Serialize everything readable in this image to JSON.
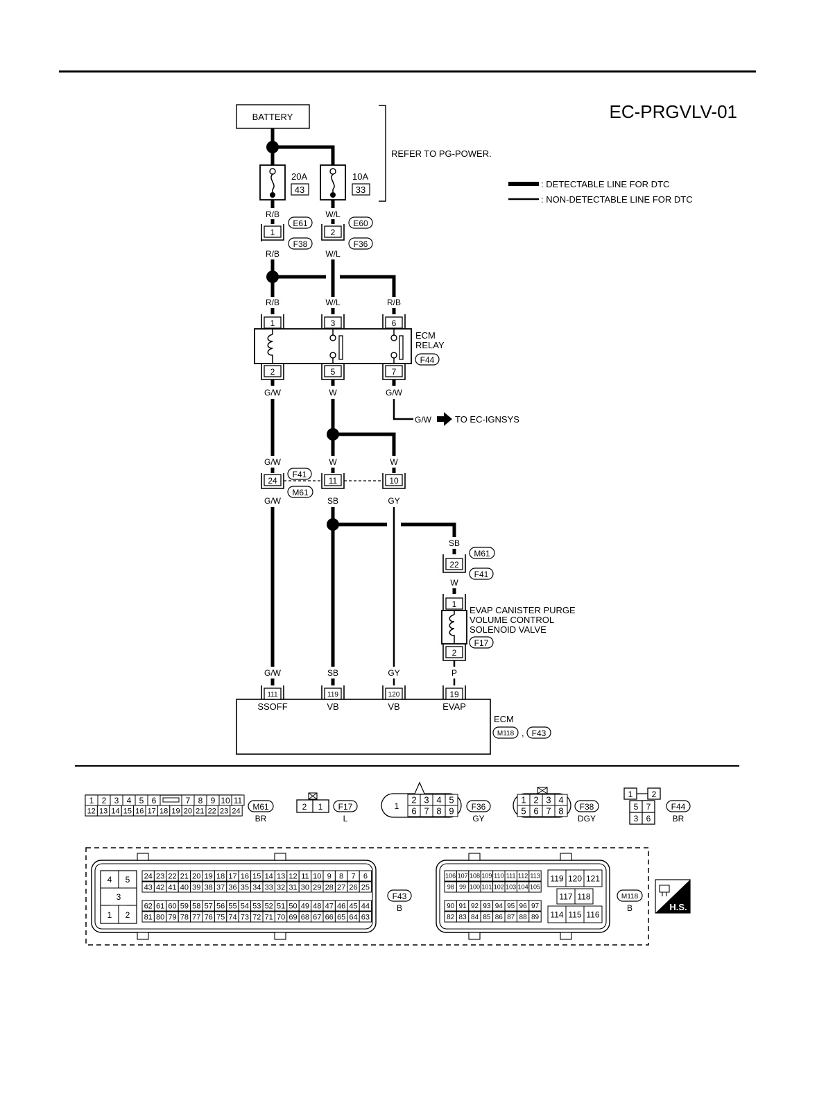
{
  "title": "EC-PRGVLV-01",
  "refer_note": "REFER TO PG-POWER.",
  "legend": {
    "detectable": ": DETECTABLE LINE FOR DTC",
    "non_detectable": ": NON-DETECTABLE LINE FOR DTC"
  },
  "battery": "BATTERY",
  "fuses": [
    {
      "amp": "20A",
      "num": "43"
    },
    {
      "amp": "10A",
      "num": "33"
    }
  ],
  "wires": {
    "rb": "R/B",
    "wl": "W/L",
    "gw": "G/W",
    "w": "W",
    "sb": "SB",
    "gy": "GY",
    "p": "P"
  },
  "conn_ids": {
    "e61": "E61",
    "f38": "F38",
    "e60": "E60",
    "f36": "F36",
    "f44": "F44",
    "f41": "F41",
    "m61": "M61",
    "f17": "F17",
    "m118": "M118",
    "f43": "F43"
  },
  "pins": {
    "p1": "1",
    "p2": "2",
    "p3": "3",
    "p5": "5",
    "p6": "6",
    "p7": "7",
    "p24": "24",
    "p11": "11",
    "p10": "10",
    "p22": "22",
    "p111": "111",
    "p119": "119",
    "p120": "120",
    "p19": "19"
  },
  "ecm_relay": [
    "ECM",
    "RELAY"
  ],
  "to_ignsys": "TO EC-IGNSYS",
  "purge_valve": [
    "EVAP CANISTER PURGE",
    "VOLUME CONTROL",
    "SOLENOID VALVE"
  ],
  "ecm_terminals": [
    "SSOFF",
    "VB",
    "VB",
    "EVAP"
  ],
  "ecm_name": "ECM",
  "comma": ",",
  "connector_views": {
    "m61": {
      "top": [
        "1",
        "2",
        "3",
        "4",
        "5",
        "6",
        "7",
        "8",
        "9",
        "10",
        "11"
      ],
      "bottom": [
        "12",
        "13",
        "14",
        "15",
        "16",
        "17",
        "18",
        "19",
        "20",
        "21",
        "22",
        "23",
        "24"
      ],
      "color": "BR"
    },
    "f17": {
      "pins": [
        "2",
        "1"
      ],
      "color": "L"
    },
    "f36": {
      "left": "1",
      "top": [
        "2",
        "3",
        "4",
        "5"
      ],
      "bottom": [
        "6",
        "7",
        "8",
        "9"
      ],
      "color": "GY"
    },
    "f38": {
      "top": [
        "1",
        "2",
        "3",
        "4"
      ],
      "bottom": [
        "5",
        "6",
        "7",
        "8"
      ],
      "color": "DGY"
    },
    "f44": {
      "top": [
        "1",
        "2"
      ],
      "mid": [
        "5",
        "7"
      ],
      "bottom": [
        "3",
        "6"
      ],
      "color": "BR"
    },
    "f43": {
      "small": [
        "4",
        "5",
        "3",
        "1",
        "2"
      ],
      "row1": [
        "24",
        "23",
        "22",
        "21",
        "20",
        "19",
        "18",
        "17",
        "16",
        "15",
        "14",
        "13",
        "12",
        "11",
        "10",
        "9",
        "8",
        "7",
        "6"
      ],
      "row2": [
        "43",
        "42",
        "41",
        "40",
        "39",
        "38",
        "37",
        "36",
        "35",
        "34",
        "33",
        "32",
        "31",
        "30",
        "29",
        "28",
        "27",
        "26",
        "25"
      ],
      "row3": [
        "62",
        "61",
        "60",
        "59",
        "58",
        "57",
        "56",
        "55",
        "54",
        "53",
        "52",
        "51",
        "50",
        "49",
        "48",
        "47",
        "46",
        "45",
        "44"
      ],
      "row4": [
        "81",
        "80",
        "79",
        "78",
        "77",
        "76",
        "75",
        "74",
        "73",
        "72",
        "71",
        "70",
        "69",
        "68",
        "67",
        "66",
        "65",
        "64",
        "63"
      ],
      "color": "B"
    },
    "m118": {
      "row1": [
        "106",
        "107",
        "108",
        "109",
        "110",
        "111",
        "112",
        "113"
      ],
      "row2": [
        "98",
        "99",
        "100",
        "101",
        "102",
        "103",
        "104",
        "105"
      ],
      "row3": [
        "90",
        "91",
        "92",
        "93",
        "94",
        "95",
        "96",
        "97"
      ],
      "row4": [
        "82",
        "83",
        "84",
        "85",
        "86",
        "87",
        "88",
        "89"
      ],
      "right_top": [
        "119",
        "120",
        "121"
      ],
      "right_mid": [
        "117",
        "118"
      ],
      "right_bot": [
        "114",
        "115",
        "116"
      ],
      "color": "B"
    }
  },
  "hs_badge": "H.S."
}
